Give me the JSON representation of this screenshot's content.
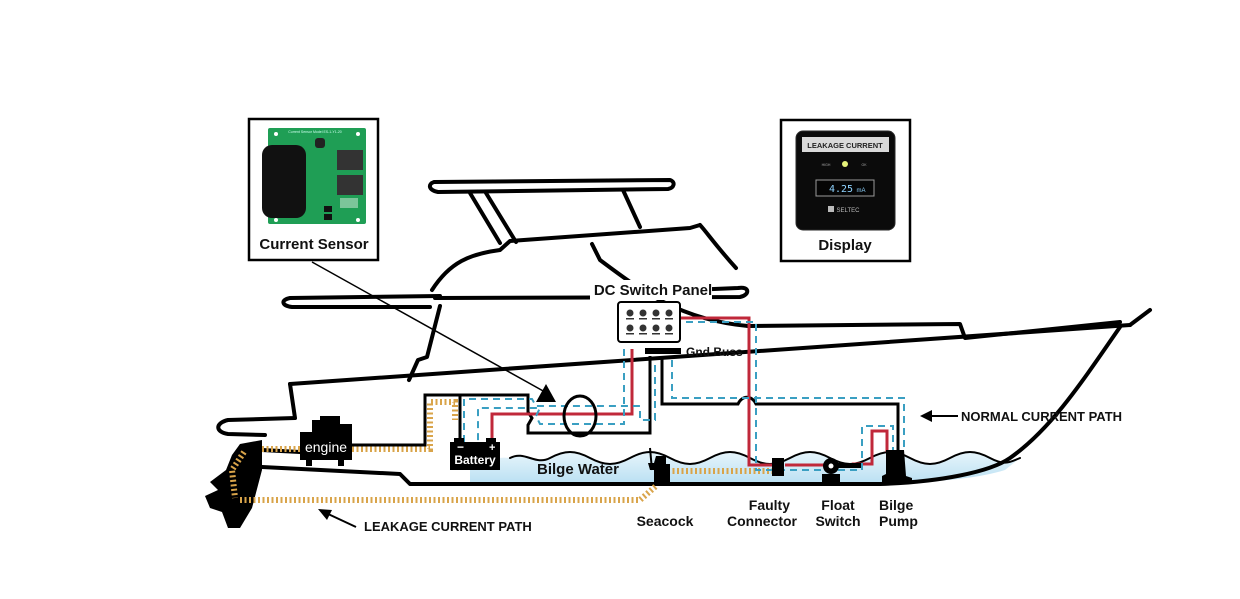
{
  "diagram": {
    "title": "Boat leakage current monitoring diagram",
    "callouts": {
      "current_sensor": {
        "label": "Current Sensor",
        "board_text": "Current Sensor Model ES-1-Y1-20"
      },
      "display": {
        "label": "Display",
        "panel_title": "LEAKAGE CURRENT",
        "left_indicator": "HIGH",
        "right_indicator": "OK",
        "reading": "4.25",
        "unit": "mA",
        "brand": "SELTEC"
      }
    },
    "components": {
      "dc_switch_panel": "DC Switch Panel",
      "gnd_buss": "Gnd Buss",
      "engine": "engine",
      "battery": "Battery",
      "battery_neg": "−",
      "battery_pos": "+",
      "bilge_water": "Bilge Water",
      "seacock": "Seacock",
      "faulty_connector_line1": "Faulty",
      "faulty_connector_line2": "Connector",
      "float_switch_line1": "Float",
      "float_switch_line2": "Switch",
      "bilge_pump_line1": "Bilge",
      "bilge_pump_line2": "Pump"
    },
    "legend": {
      "normal_current_path": "NORMAL CURRENT PATH",
      "leakage_current_path": "LEAKAGE CURRENT PATH"
    },
    "colors": {
      "positive_wire": "#c0283a",
      "normal_path": "#3a9fc2",
      "leakage_path": "#d9a44a",
      "water": "#bfe3f4",
      "pcb": "#1f9e55"
    }
  }
}
